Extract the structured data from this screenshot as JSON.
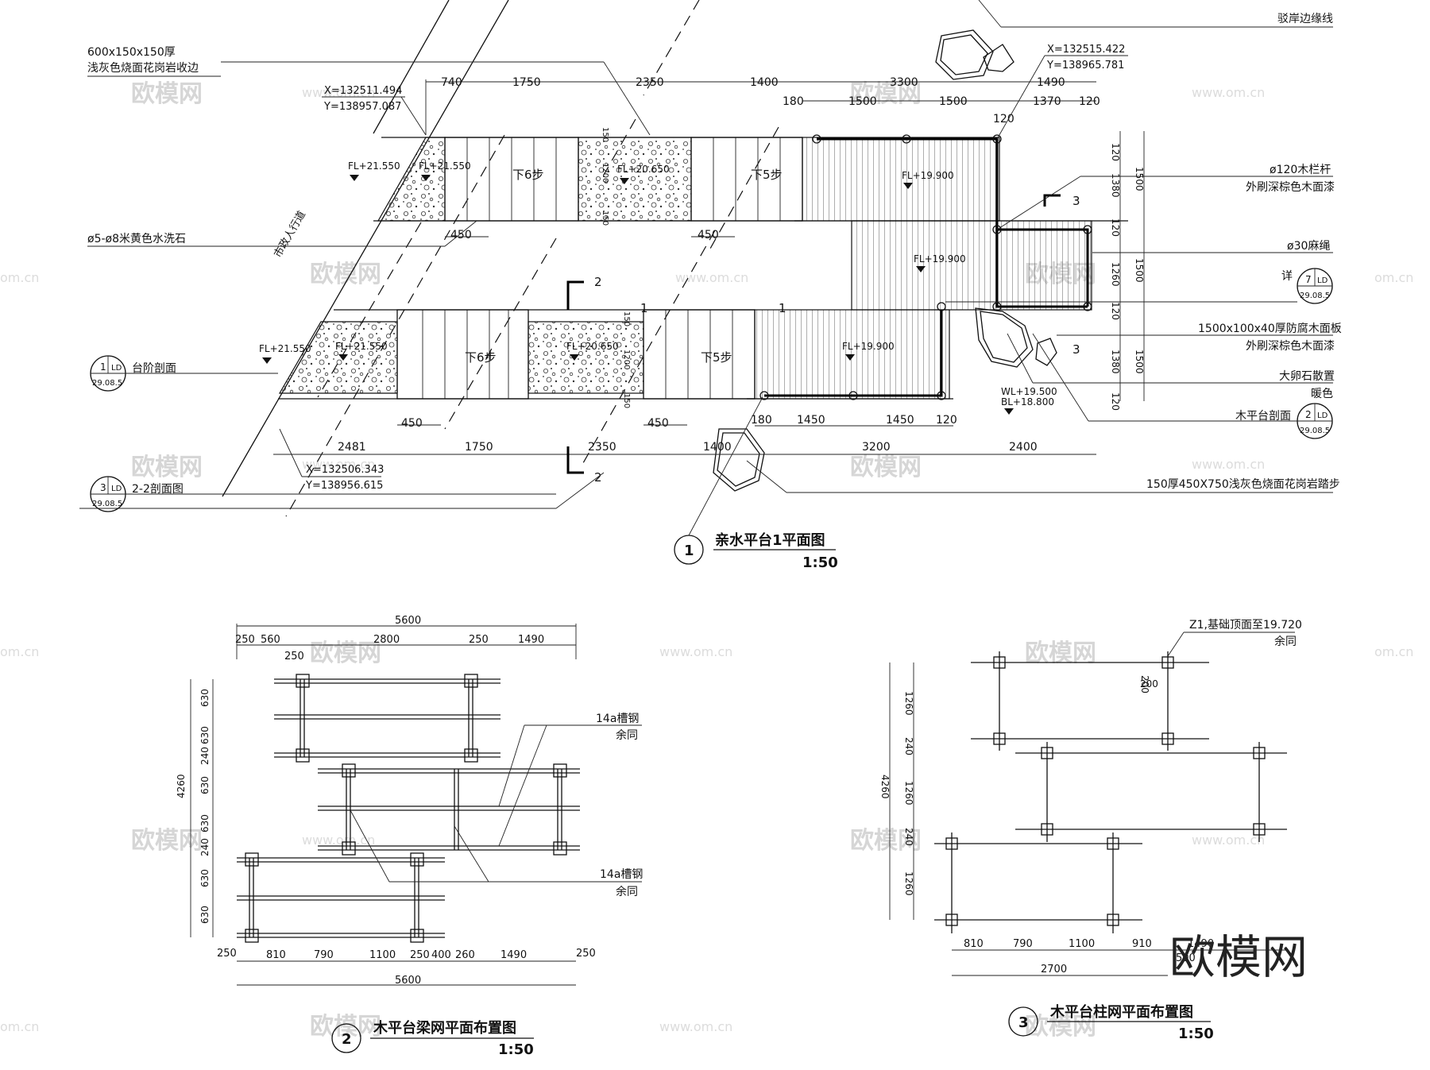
{
  "watermarks": {
    "brand": "欧模网",
    "site": "www.om.cn",
    "site_partial": "om.cn",
    "logo": "欧模网"
  },
  "plan1": {
    "title": "亲水平台1平面图",
    "scale": "1:50",
    "no": "1",
    "top_dims": [
      "740",
      "1750",
      "2350",
      "1400",
      "3300",
      "1490"
    ],
    "top_sub_dims": [
      "180",
      "1500",
      "1500",
      "1370",
      "120",
      "120"
    ],
    "bottom_dims": [
      "2481",
      "1750",
      "2350",
      "1400",
      "3200",
      "2400"
    ],
    "bottom_sub_dims": [
      "180",
      "1450",
      "1450",
      "120"
    ],
    "dims_450": "450",
    "side_dims": [
      "120",
      "1380",
      "1500",
      "120",
      "1260",
      "1500",
      "120",
      "1380",
      "1500",
      "120"
    ],
    "small_dims": [
      "150",
      "1200",
      "150"
    ],
    "levels": [
      "FL+21.550",
      "FL+21.550",
      "FL+20.650",
      "FL+19.900",
      "FL+19.900",
      "FL+21.550",
      "FL+21.550",
      "FL+20.650",
      "FL+19.900",
      "WL+19.500",
      "BL+18.800"
    ],
    "steps": [
      "下6步",
      "下5步",
      "下6步",
      "下5步"
    ],
    "coord1": [
      "X=132511.494",
      "Y=138957.087"
    ],
    "coord2": [
      "X=132515.422",
      "Y=138965.781"
    ],
    "coord3": [
      "X=132506.343",
      "Y=138956.615"
    ],
    "road": "市政人行道",
    "section_marks": [
      "2",
      "2",
      "1",
      "1",
      "3",
      "3"
    ],
    "left_notes": {
      "edge_line1": "600x150x150厚",
      "edge_line2": "浅灰色烧面花岗岩收边",
      "stone": "ø5-ø8米黄色水洗石",
      "step_section": "台阶剖面",
      "section22": "2-2剖面图"
    },
    "right_notes": {
      "bank": "驳岸边缘线",
      "rail1": "ø120木栏杆",
      "rail2": "外刷深棕色木面漆",
      "rope": "ø30麻绳",
      "detail": "详",
      "board1": "1500x100x40厚防腐木面板",
      "board2": "外刷深棕色木面漆",
      "pebble1": "大卵石散置",
      "pebble2": "暖色",
      "deck_section": "木平台剖面",
      "stepstone": "150厚450X750浅灰色烧面花岗岩踏步"
    },
    "callouts": [
      {
        "num": "1",
        "code": "LD",
        "sheet": "29.08.5"
      },
      {
        "num": "3",
        "code": "LD",
        "sheet": "29.08.5"
      },
      {
        "num": "7",
        "code": "LD",
        "sheet": "29.08.5"
      },
      {
        "num": "2",
        "code": "LD",
        "sheet": "29.08.5"
      }
    ]
  },
  "plan2": {
    "title": "木平台梁网平面布置图",
    "scale": "1:50",
    "no": "2",
    "total": "5600",
    "top_dims": [
      "250",
      "560",
      "2800",
      "250",
      "1490"
    ],
    "top_sub": "250",
    "left_dims": [
      "630",
      "630",
      "240",
      "630",
      "630",
      "240",
      "630",
      "630"
    ],
    "left_total": "4260",
    "bottom_dims": [
      "250",
      "810",
      "790",
      "1100",
      "250",
      "400",
      "260",
      "1490",
      "250"
    ],
    "notes": [
      "14a槽钢",
      "余同",
      "14a槽钢",
      "余同"
    ]
  },
  "plan3": {
    "title": "木平台柱网平面布置图",
    "scale": "1:50",
    "no": "3",
    "note1": "Z1,基础顶面至19.720",
    "note2": "余同",
    "col_dims": [
      "200",
      "200"
    ],
    "left_dims": [
      "1260",
      "240",
      "1260",
      "240",
      "1260"
    ],
    "left_total": "4260",
    "bottom_dims": [
      "810",
      "790",
      "1100",
      "910",
      "1490"
    ],
    "bottom_total": "2700",
    "bottom_extra": "500"
  }
}
